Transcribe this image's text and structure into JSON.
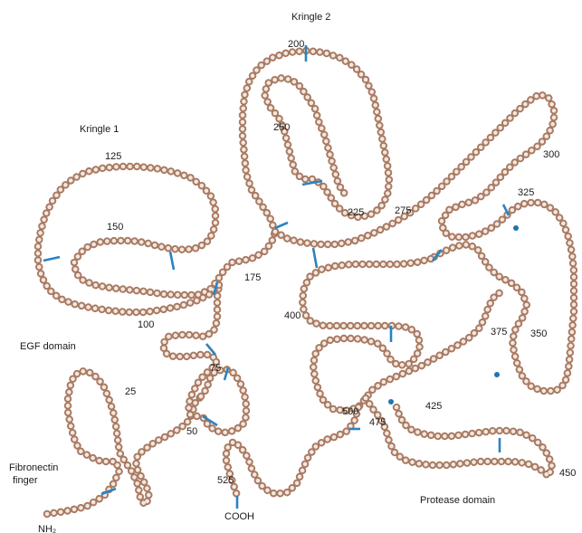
{
  "regions": {
    "kringle2": "Kringle 2",
    "kringle1": "Kringle 1",
    "egf": "EGF domain",
    "fibronectin_line1": "Fibronectin",
    "fibronectin_line2": "finger",
    "protease": "Protease domain"
  },
  "termini": {
    "n": "NH₂",
    "c": "COOH"
  },
  "residue_numbers": {
    "n25": "25",
    "n50": "50",
    "n75": "75",
    "n100": "100",
    "n125": "125",
    "n150": "150",
    "n175": "175",
    "n200": "200",
    "n225": "225",
    "n250": "250",
    "n275": "275",
    "n300": "300",
    "n325": "325",
    "n350": "350",
    "n375": "375",
    "n400": "400",
    "n425": "425",
    "n450": "450",
    "n475": "475",
    "n500": "500",
    "n525": "525"
  },
  "colors": {
    "residue_outline": "#a87a63",
    "residue_fill": "#f4e7de",
    "disulfide_bond": "#2b83c1"
  }
}
